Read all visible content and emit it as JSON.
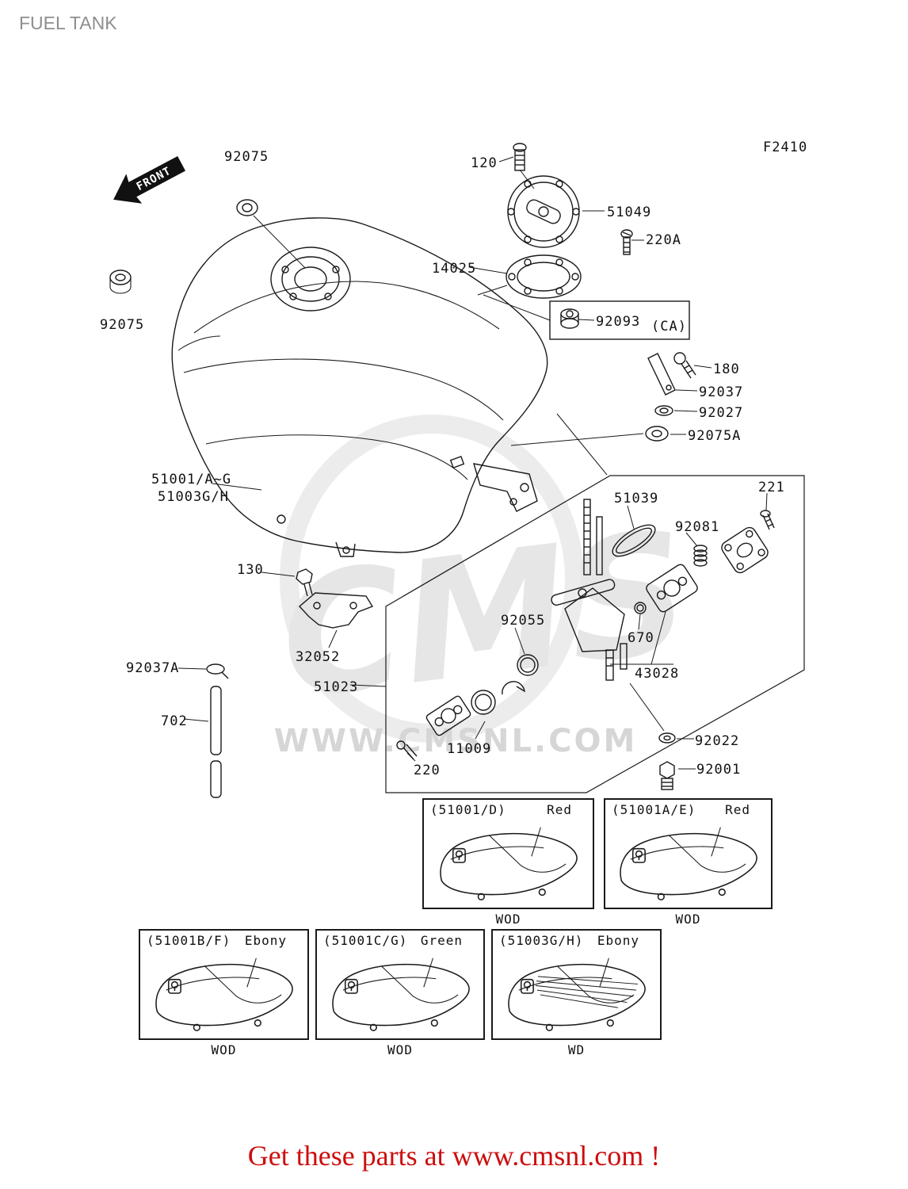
{
  "page": {
    "title": "FUEL TANK",
    "figure_code": "F2410",
    "front_label": "FRONT",
    "watermark_logo": "CMS",
    "watermark_url": "WWW.CMSNL.COM",
    "footer": "Get these parts at www.cmsnl.com !"
  },
  "parts": {
    "92075_top": "92075",
    "92075_left": "92075",
    "120": "120",
    "51049": "51049",
    "220A": "220A",
    "14025": "14025",
    "92093": "92093",
    "92093_suffix": "(CA)",
    "180": "180",
    "92037": "92037",
    "92027": "92027",
    "92075A": "92075A",
    "51001": "51001/A~G",
    "51003": "51003G/H",
    "221": "221",
    "51039": "51039",
    "92081": "92081",
    "130": "130",
    "92055": "92055",
    "670": "670",
    "32052": "32052",
    "43028": "43028",
    "92037A": "92037A",
    "51023": "51023",
    "702": "702",
    "11009": "11009",
    "220": "220",
    "92022": "92022",
    "92001": "92001"
  },
  "variants": [
    {
      "code": "(51001/D)",
      "color": "Red",
      "sub": "WOD"
    },
    {
      "code": "(51001A/E)",
      "color": "Red",
      "sub": "WOD"
    },
    {
      "code": "(51001B/F)",
      "color": "Ebony",
      "sub": "WOD"
    },
    {
      "code": "(51001C/G)",
      "color": "Green",
      "sub": "WOD"
    },
    {
      "code": "(51003G/H)",
      "color": "Ebony",
      "sub": "WD"
    }
  ]
}
